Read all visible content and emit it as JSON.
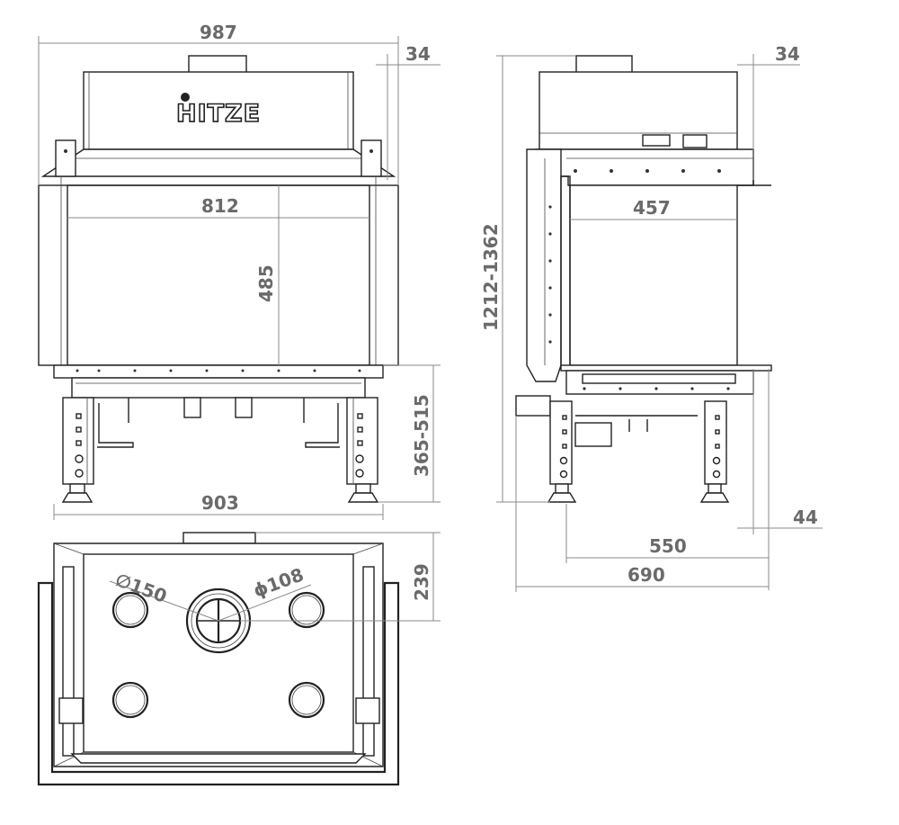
{
  "brand": "HITZE",
  "front_view": {
    "overall_width": "987",
    "frame_offset": "34",
    "glass_width": "812",
    "glass_height": "485",
    "leg_height": "365-515",
    "base_width": "903"
  },
  "side_view": {
    "total_height": "1212-1362",
    "frame_offset": "34",
    "glass_depth": "457",
    "offset_bottom": "44",
    "base_depth": "550",
    "overall_depth": "690"
  },
  "top_view": {
    "outlet_diameter_large": "∅150",
    "outlet_diameter_small": "ϕ108",
    "outlet_offset": "239"
  }
}
